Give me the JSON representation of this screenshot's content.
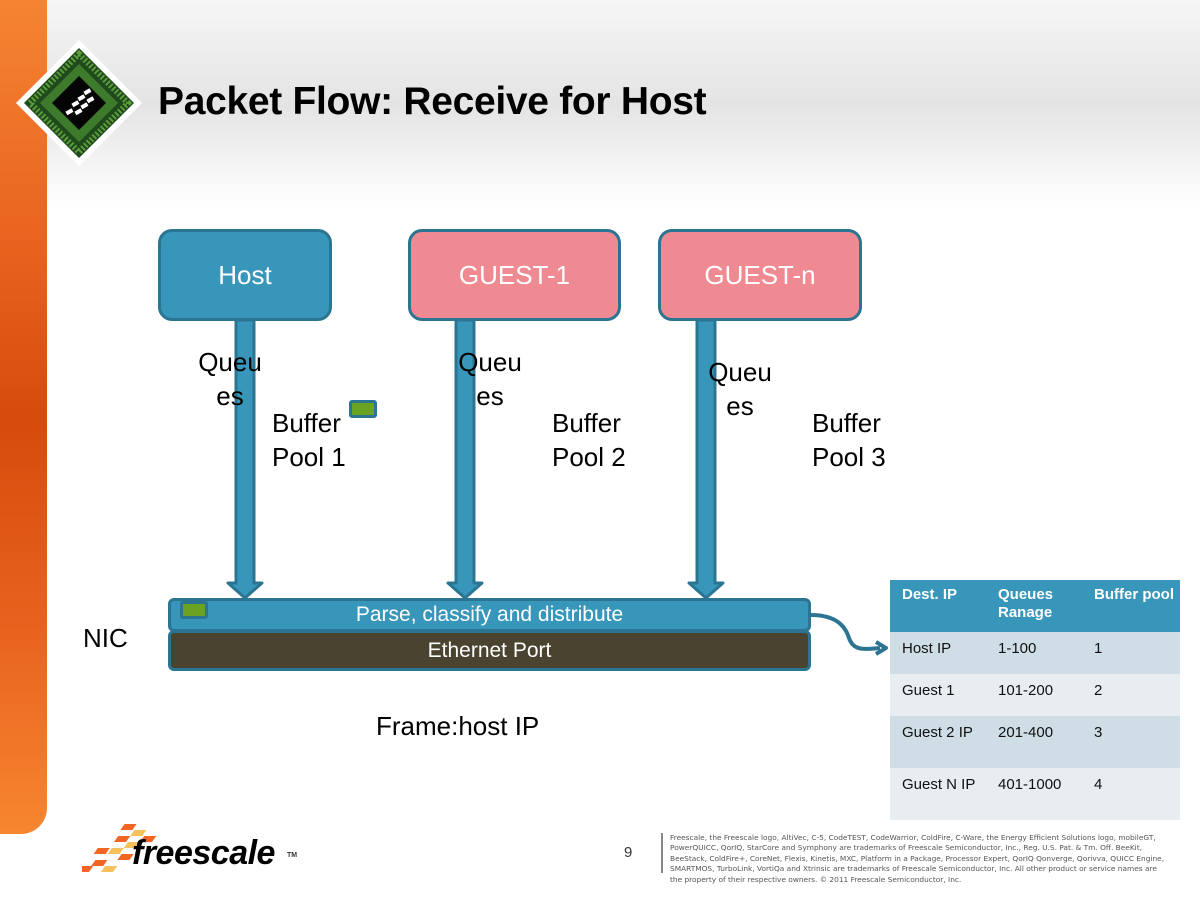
{
  "slide": {
    "title": "Packet Flow: Receive for Host",
    "page_number": "9"
  },
  "diagram": {
    "vms": [
      {
        "label": "Host",
        "color": "#3796ba"
      },
      {
        "label": "GUEST-1",
        "color": "#f08a92"
      },
      {
        "label": "GUEST-n",
        "color": "#f08a92"
      }
    ],
    "queue_labels": [
      {
        "line1": "Queu",
        "line2": "es"
      },
      {
        "line1": "Queu",
        "line2": "es"
      },
      {
        "line1": "Queu",
        "line2": "es"
      }
    ],
    "buffer_pools": [
      {
        "line1": "Buffer",
        "line2": "Pool 1"
      },
      {
        "line1": "Buffer",
        "line2": "Pool 2"
      },
      {
        "line1": "Buffer",
        "line2": "Pool 3"
      }
    ],
    "nic_label": "NIC",
    "parse_label": "Parse, classify and distribute",
    "ethernet_label": "Ethernet Port",
    "frame_label": "Frame:host IP",
    "colors": {
      "arrow_fill": "#3796ba",
      "arrow_stroke": "#2b7592",
      "buffer_chip": "#6aa322",
      "ethernet": "#4a432f",
      "accent_orange": "#e8621e"
    }
  },
  "table": {
    "headers": [
      "Dest. IP",
      "Queues Ranage",
      "Buffer pool"
    ],
    "rows": [
      [
        "Host IP",
        "1-100",
        "1"
      ],
      [
        "Guest 1",
        "101-200",
        "2"
      ],
      [
        "Guest 2 IP",
        "201-400",
        "3"
      ],
      [
        "Guest N IP",
        "401-1000",
        "4"
      ]
    ]
  },
  "footer": {
    "brand": "freescale",
    "trademark": "TM",
    "legal": "Freescale, the Freescale logo, AltiVec, C-5, CodeTEST, CodeWarrior, ColdFire, C-Ware, the Energy Efficient Solutions logo, mobileGT, PowerQUICC, QorIQ, StarCore and Symphony are trademarks of Freescale Semiconductor, Inc., Reg. U.S. Pat. & Tm. Off. BeeKit, BeeStack, ColdFire+, CoreNet, Flexis, Kinetis, MXC, Platform in a Package, Processor Expert, QorIQ Qonverge, Qorivva, QUICC Engine, SMARTMOS, TurboLink, VortiQa and Xtrinsic are trademarks of Freescale Semiconductor, Inc. All other product or service names are the property of their respective owners. © 2011 Freescale Semiconductor, Inc."
  }
}
